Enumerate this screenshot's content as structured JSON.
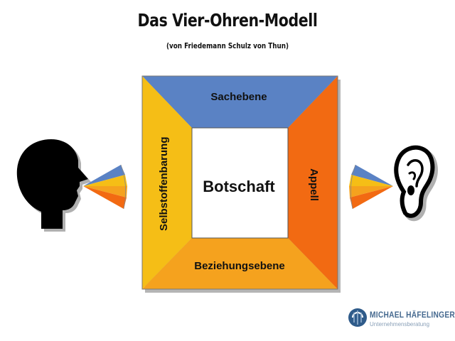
{
  "title": "Das Vier-Ohren-Modell",
  "subtitle": "(von Friedemann Schulz von Thun)",
  "square": {
    "top": "Sachebene",
    "left": "Selbstoffenbarung",
    "right": "Appell",
    "bottom": "Beziehungsebene",
    "center": "Botschaft"
  },
  "colors": {
    "sachebene": "#5a82c4",
    "selbstoffenbarung": "#f5be16",
    "appell": "#f26a12",
    "beziehungsebene": "#f5a21e",
    "botschaft": "#ffffff",
    "silhouette": "#000000"
  },
  "icons": {
    "speaker": "speaking-head-icon",
    "listener": "ear-icon"
  },
  "brand": {
    "name": "MICHAEL HÄFELINGER",
    "tagline": "Unternehmensberatung"
  }
}
